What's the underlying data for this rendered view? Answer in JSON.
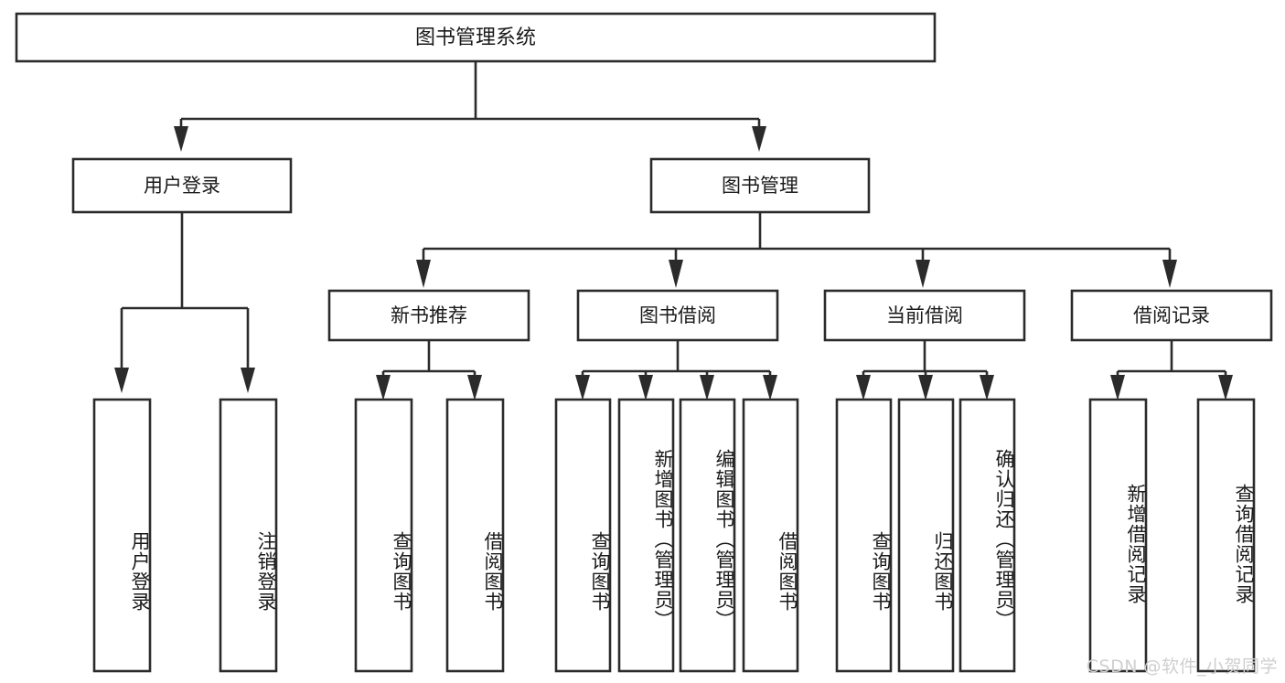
{
  "diagram": {
    "type": "tree-hierarchy",
    "title": "图书管理系统",
    "root": {
      "id": "root",
      "label": "图书管理系统"
    },
    "level2": [
      {
        "id": "user-login",
        "label": "用户登录"
      },
      {
        "id": "book-manage",
        "label": "图书管理"
      }
    ],
    "level3": [
      {
        "id": "new-book-recommend",
        "label": "新书推荐",
        "parent": "book-manage"
      },
      {
        "id": "book-borrow",
        "label": "图书借阅",
        "parent": "book-manage"
      },
      {
        "id": "current-borrow",
        "label": "当前借阅",
        "parent": "book-manage"
      },
      {
        "id": "borrow-record",
        "label": "借阅记录",
        "parent": "book-manage"
      }
    ],
    "leaves": [
      {
        "id": "leaf-user-login",
        "label": "用户登录",
        "parent": "user-login"
      },
      {
        "id": "leaf-logout",
        "label": "注销登录",
        "parent": "user-login"
      },
      {
        "id": "leaf-query-book-1",
        "label": "查询图书",
        "parent": "new-book-recommend"
      },
      {
        "id": "leaf-borrow-book-1",
        "label": "借阅图书",
        "parent": "new-book-recommend"
      },
      {
        "id": "leaf-query-book-2",
        "label": "查询图书",
        "parent": "book-borrow"
      },
      {
        "id": "leaf-add-book",
        "label": "新增图书（管理员）",
        "parent": "book-borrow"
      },
      {
        "id": "leaf-edit-book",
        "label": "编辑图书（管理员）",
        "parent": "book-borrow"
      },
      {
        "id": "leaf-borrow-book-2",
        "label": "借阅图书",
        "parent": "book-borrow"
      },
      {
        "id": "leaf-query-book-3",
        "label": "查询图书",
        "parent": "current-borrow"
      },
      {
        "id": "leaf-return-book",
        "label": "归还图书",
        "parent": "current-borrow"
      },
      {
        "id": "leaf-confirm-return",
        "label": "确认归还（管理员）",
        "parent": "current-borrow"
      },
      {
        "id": "leaf-add-record",
        "label": "新增借阅记录",
        "parent": "borrow-record"
      },
      {
        "id": "leaf-query-record",
        "label": "查询借阅记录",
        "parent": "borrow-record"
      }
    ],
    "colors": {
      "box_fill": "#ffffff",
      "box_stroke": "#2b2b2b",
      "text": "#1a1a1a",
      "background": "#ffffff",
      "watermark": "#cfcfcf"
    }
  },
  "watermark": {
    "text": "CSDN @软件_小贺同学"
  }
}
